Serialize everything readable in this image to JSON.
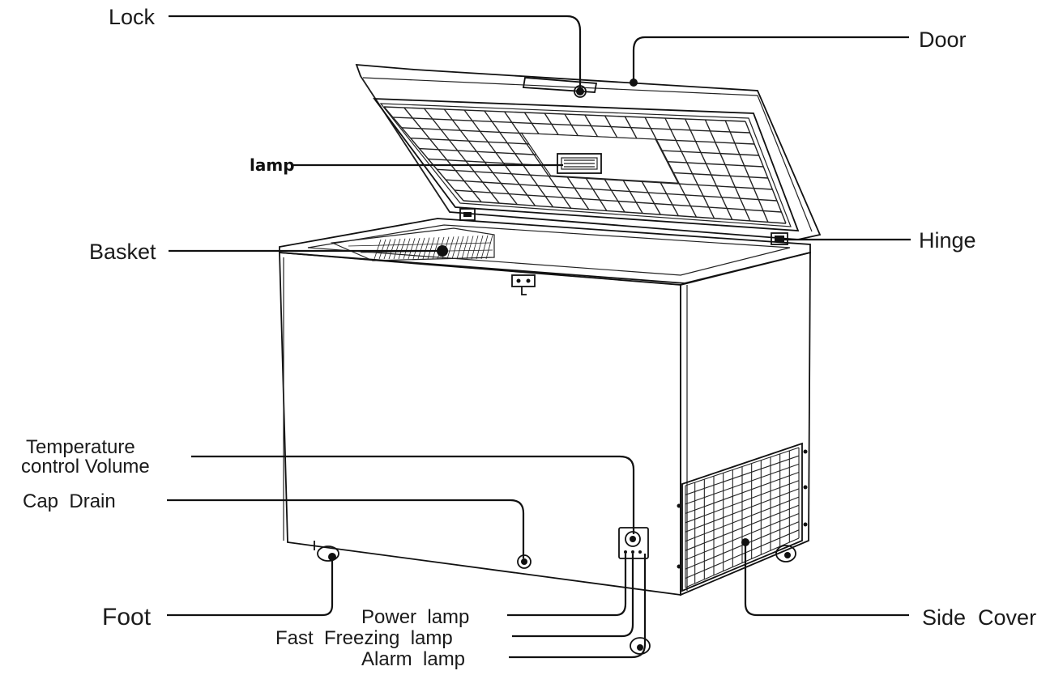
{
  "labels": {
    "lock": "Lock",
    "door": "Door",
    "lamp": "lamp",
    "basket": "Basket",
    "hinge": "Hinge",
    "temperature_line1": "Temperature",
    "temperature_line2": "control Volume",
    "cap_drain": "Cap  Drain",
    "foot": "Foot",
    "power_lamp": "Power  lamp",
    "fast_freezing_lamp": "Fast  Freezing  lamp",
    "alarm_lamp": "Alarm  lamp",
    "side_cover": "Side  Cover"
  }
}
